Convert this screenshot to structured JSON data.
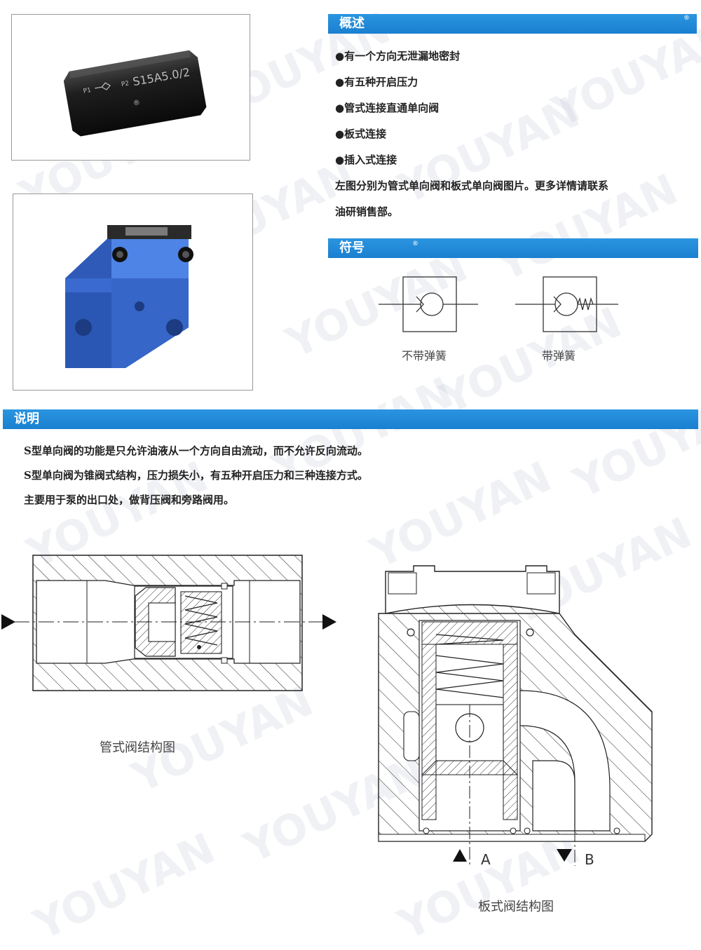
{
  "sections": {
    "overview": "概述",
    "symbol": "符号",
    "description": "说明"
  },
  "overview_items": [
    "●有一个方向无泄漏地密封",
    "●有五种开启压力",
    "●管式连接直通单向阀",
    "●板式连接",
    "●插入式连接"
  ],
  "overview_note": {
    "line1": "左图分别为管式单向阀和板式单向阀图片。更多详情请联系",
    "line2": "油研销售部。"
  },
  "symbols": {
    "no_spring": "不带弹簧",
    "with_spring": "带弹簧"
  },
  "description_lines": [
    "S型单向阀的功能是只允许油液从一个方向自由流动，而不允许反向流动。",
    "S型单向阀为锥阀式结构，压力损失小，有五种开启压力和三种连接方式。",
    "主要用于泵的出口处，做背压阀和旁路阀用。"
  ],
  "photo_label": {
    "model": "S15A5.0/2",
    "p1": "P1",
    "p2": "P2"
  },
  "diagrams": {
    "pipe_caption": "管式阀结构图",
    "plate_caption": "板式阀结构图",
    "port_a": "A",
    "port_b": "B"
  },
  "watermark": "YOUYAN",
  "registered_mark": "®",
  "colors": {
    "section_bar": "#1a7fd0",
    "valve_body_blue": "#3b6fd0"
  }
}
